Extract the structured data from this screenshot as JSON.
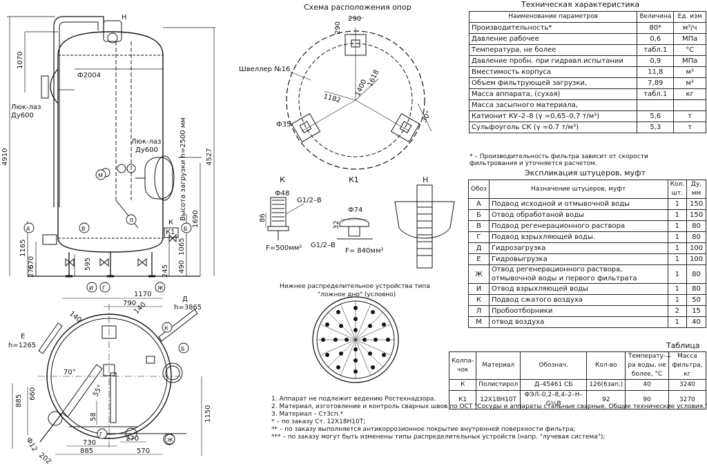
{
  "main_view": {
    "dims": {
      "h_4910": "4910",
      "h_1070": "1070",
      "d_2004": "Ф2004",
      "h_4527": "4527",
      "h_1690": "1690",
      "h_1165": "1165",
      "h_670": "670",
      "h_275": "275",
      "h_595": "595",
      "h_1065": "1065",
      "h_490": "490",
      "h_245": "245"
    },
    "labels": {
      "luk1": "Люк-лаз",
      "luk1_du": "Ду600",
      "luk2": "Люк-лаз",
      "luk2_du": "Ду600",
      "height_load": "Высота загрузки h=2500 мм",
      "n": "Н",
      "m": "М",
      "l": "Л",
      "a": "А",
      "v": "В",
      "b": "Б",
      "k": "К",
      "k1": "К1",
      "i": "И",
      "g": "Г",
      "zh": "Ж"
    }
  },
  "supports": {
    "title": "Схема расположения опор",
    "d290a": "290",
    "d290b": "290",
    "channel": "Швеллер №16",
    "d1182": "1182",
    "d1400": "1400",
    "d1618": "1618",
    "d35": "Ф35",
    "a30": "30°"
  },
  "details": {
    "k_label": "К",
    "k1_label": "К1",
    "h_label": "Н",
    "d48": "Ф48",
    "g12a": "G1/2–В",
    "d86": "86",
    "f500": "F=500мм²",
    "d74": "Ф74",
    "d32": "32",
    "g12b": "G1/2–В",
    "f840": "F= 840мм²"
  },
  "false_bottom": {
    "caption1": "Нижнее распределительное устройства типа",
    "caption2": "\"ложное дно\" (условно)"
  },
  "plan_view": {
    "d1170": "1170",
    "d790": "790",
    "d140a": "140",
    "d140b": "140",
    "e_label": "Е",
    "e_h": "h=1265",
    "d_label": "Д",
    "d_h": "h=3865",
    "a70": "70°",
    "a55": "55°",
    "d885a": "885",
    "d660": "660",
    "d1150": "1150",
    "d58": "58",
    "d730": "730",
    "d885b": "885",
    "d570": "570",
    "d270": "270",
    "d612": "Ф12",
    "d202": "202",
    "k": "К",
    "b": "Б",
    "g": "Г",
    "zh": "Ж"
  },
  "tech_table": {
    "title": "Техническая характеристика",
    "headers": [
      "Наименование параметров",
      "Величина",
      "Ед. изм"
    ],
    "rows": [
      [
        "Производительность*",
        "80*",
        "м³/ч"
      ],
      [
        "Давление рабочее",
        "0,6",
        "МПа"
      ],
      [
        "Температура, не более",
        "табл.1",
        "°С"
      ],
      [
        "Давление пробн. при гидравл.испытании",
        "0,9",
        "МПа"
      ],
      [
        "Вместимость корпуса",
        "11,8",
        "м³"
      ],
      [
        "Объем фильтрующей загрузки,",
        "7,89",
        "м³"
      ],
      [
        "Масса аппарата, (сухая)",
        "табл.1",
        "кг"
      ],
      [
        "Масса засыпного материала,",
        "",
        ""
      ],
      [
        "Катионит КУ–2–8 (γ =0,65–0,7 т/м³)",
        "5,6",
        "т"
      ],
      [
        "Сульфоуголь СК (γ =0.7 т/м³)",
        "5,3",
        "т"
      ]
    ],
    "footnote1": "* – Производительность фильтра зависит от скорости",
    "footnote2": "фильтрования и уточняется расчетом."
  },
  "nozzle_table": {
    "title": "Экспликация штуцеров, муфт",
    "headers": [
      "Обоз",
      "Назначение штуцеров, муфт",
      "Кол. шт.",
      "Ду, мм"
    ],
    "rows": [
      [
        "А",
        "Подвод исходной и отмывочной воды",
        "1",
        "150"
      ],
      [
        "Б",
        "Отвод обработаной воды",
        "1",
        "150"
      ],
      [
        "В",
        "Подвод регенерационного раствора",
        "1",
        "80"
      ],
      [
        "Г",
        "Подвод взрыхляющей воды.",
        "1",
        "80"
      ],
      [
        "Д",
        "Гидрозагрузка",
        "1",
        "100"
      ],
      [
        "Е",
        "Гидровыгрузка",
        "1",
        "100"
      ],
      [
        "Ж",
        "Отвод регенерационного раствора, отмывочной воды и первого фильтрата",
        "1",
        "80"
      ],
      [
        "И",
        "Отвод взрыхляющей воды",
        "1",
        "80"
      ],
      [
        "К",
        "Подвод сжатого воздуха",
        "1",
        "50"
      ],
      [
        "Л",
        "Пробоотборники",
        "2",
        "15"
      ],
      [
        "М",
        "отвод воздуха",
        "1",
        "40"
      ]
    ]
  },
  "table1": {
    "title": "Таблица 1",
    "headers": [
      "Колпа- чок",
      "Материал",
      "Обознач.",
      "Кол-во",
      "Температу- ра воды, не более, °С",
      "Масса фильтра, кг"
    ],
    "rows": [
      [
        "К",
        "Полистирол",
        "Д–45461 СБ",
        "126(6зап.)",
        "40",
        "3240"
      ],
      [
        "К1",
        "12Х18Н10Т",
        "ФЭЛ–0,2–8,4–2–Н–G½В",
        "92",
        "90",
        "3270"
      ]
    ]
  },
  "notes": [
    "1. Аппарат не подлежит ведению Ростехнадзора.",
    "2. Материал, изготовление и контроль сварных швов по ОСТ \"Сосуды и аппараты стальные сварные. Общие технические условия.\"",
    "3. Материал – Ст3сп.*",
    "* – по заказу Ст. 12Х18Н10Т;",
    "** – по заказу выполняется антикоррозионное покрытие внутренней поверхности фильтра;",
    "*** – по заказу могут быть изменены типы распределительных устройств (напр. \"лучевая система\");"
  ]
}
